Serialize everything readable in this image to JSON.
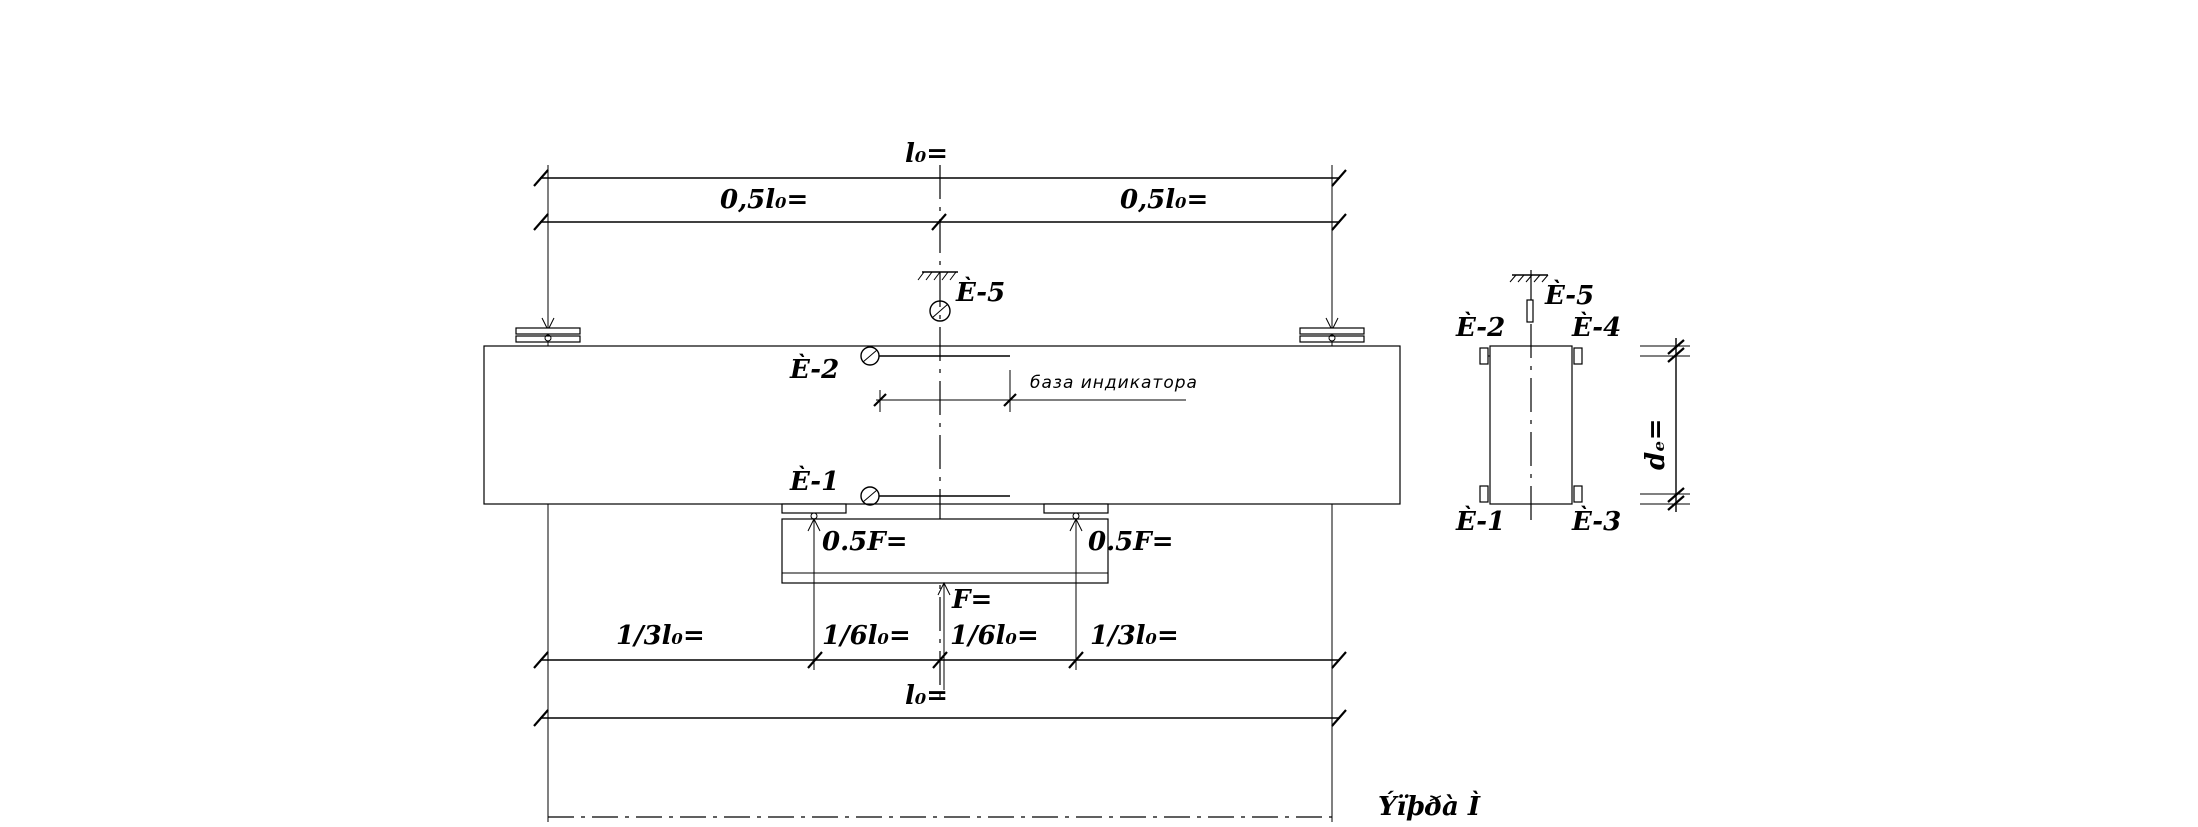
{
  "labels": {
    "span_top": "l₀=",
    "half_left": "0,5l₀=",
    "half_right": "0,5l₀=",
    "ind5": "È-5",
    "ind2": "È-2",
    "ind1": "È-1",
    "indicator_base": "база  индикатора",
    "load_half_left": "0.5F=",
    "load_half_right": "0.5F=",
    "load_total": "F=",
    "seg1": "1/3l₀=",
    "seg2": "1/6l₀=",
    "seg3": "1/6l₀=",
    "seg4": "1/3l₀=",
    "span_bottom": "l₀=",
    "title_right": "Ýïþðà Ì"
  },
  "section": {
    "ind5": "È-5",
    "ind2": "È-2",
    "ind4": "È-4",
    "ind1": "È-1",
    "ind3": "È-3",
    "depth": "dₑ="
  }
}
